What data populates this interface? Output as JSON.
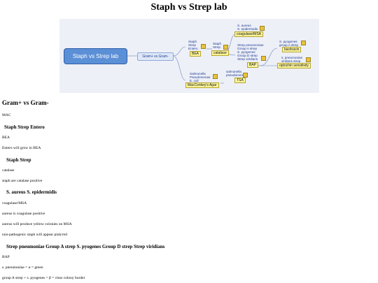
{
  "page": {
    "title": "Staph vs Strep lab"
  },
  "mindmap": {
    "root": "Staph vs Strep lab",
    "gram": "Gram+ vs Gram-",
    "staph_strep_entero": "Staph\nStrep\nEntero",
    "bea": "BEA",
    "staph_strep": "Staph\nStrep",
    "catalase": "catalase",
    "saureus_sepi": "S. aureus\nS. epidermidis",
    "coagulase_msa": "coagulase/MSA",
    "strep_list": "Strep pneumoniae\nGroup A strep\nS. pyogenes\nGroup D strep\nStrep viridians",
    "bap": "BAP",
    "spyo_groupa": "S. pyogenes\ngroup A strep",
    "bacitracin": "bacitracin",
    "spneu_viridans": "s. pneumonias\nviridans strep",
    "optochin": "optochin sensitivity",
    "salm_pseudo_ecoli": "Salmonella\nPseudomonas\nE. coli",
    "maccon": "MacConkey's Agar",
    "salm_pseudo": "salmonella\npseudomonas",
    "tsa": "TSA"
  },
  "sections": {
    "h_gram": "Gram+ vs Gram-",
    "p_mac": "MAC",
    "h_sse": "Staph Strep Entero",
    "p_bea": "BEA",
    "p_entero": "Entero will grow in BEA",
    "h_ss": "Staph Strep",
    "p_catalase": "catalase",
    "p_staph_cat": "staph are catalase positive",
    "h_sase": "S. aureus S. epidermidis",
    "p_coag": "coagulase/MSA",
    "p_aureus_coag": "aureus is coagulase positive",
    "p_aureus_msa": "aureus will produce yellow colonies on MSA",
    "p_nonpath": "non-pathogenic staph will appear pink/red",
    "h_strep": "Strep pneumoniae Group A strep S. pyogenes Group D strep Strep viridians",
    "p_bap": "BAP",
    "p_spneu": "s. pneumoniae = α = green",
    "p_groupa": "group A strep + s. pyogenes = β = clear colony border"
  }
}
